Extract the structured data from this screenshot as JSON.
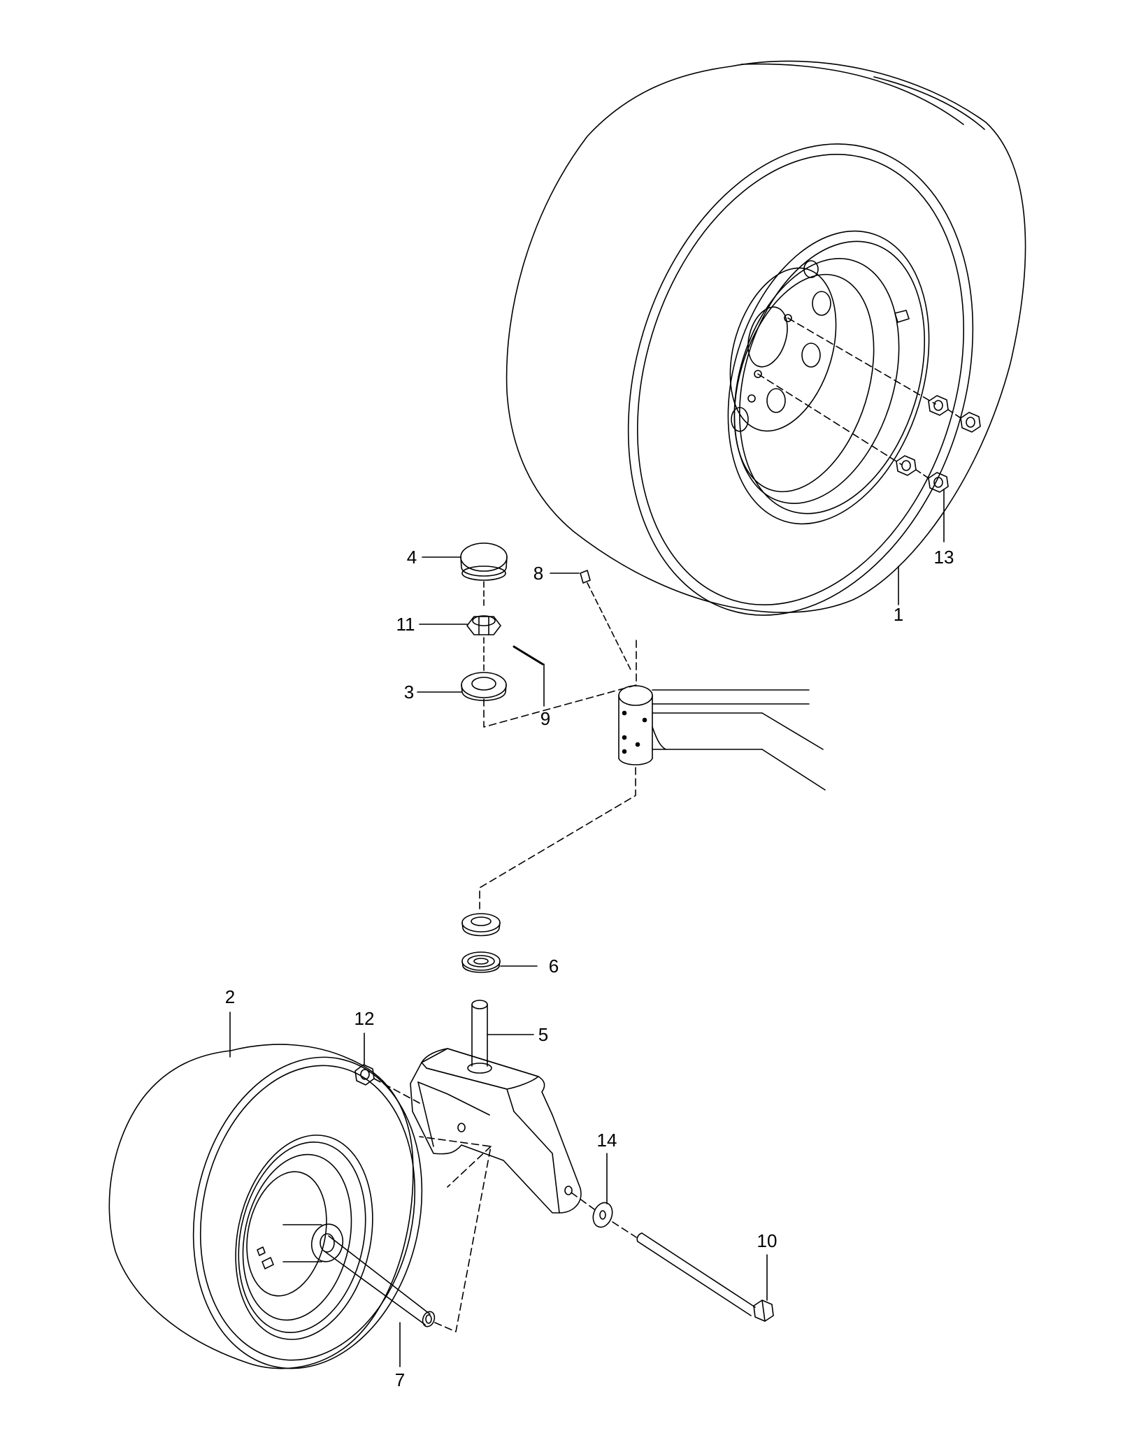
{
  "callouts": [
    {
      "id": "1",
      "text": "1"
    },
    {
      "id": "2",
      "text": "2"
    },
    {
      "id": "3",
      "text": "3"
    },
    {
      "id": "4",
      "text": "4"
    },
    {
      "id": "5",
      "text": "5"
    },
    {
      "id": "6",
      "text": "6"
    },
    {
      "id": "7",
      "text": "7"
    },
    {
      "id": "8",
      "text": "8"
    },
    {
      "id": "9",
      "text": "9"
    },
    {
      "id": "10",
      "text": "10"
    },
    {
      "id": "11",
      "text": "11"
    },
    {
      "id": "12",
      "text": "12"
    },
    {
      "id": "13",
      "text": "13"
    },
    {
      "id": "14",
      "text": "14"
    }
  ],
  "colors": {
    "line": "#000000",
    "background": "#ffffff"
  }
}
